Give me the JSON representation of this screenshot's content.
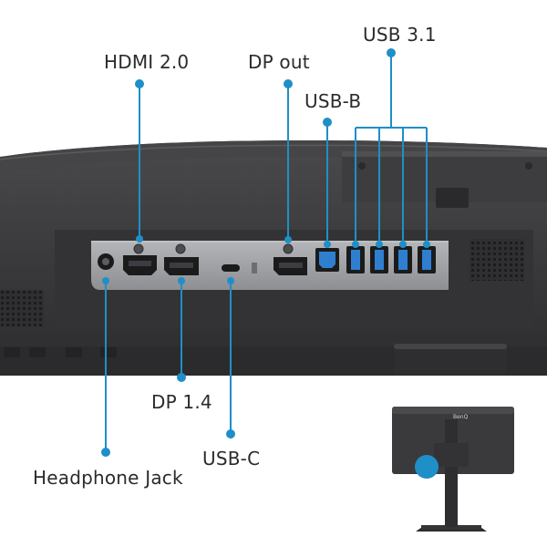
{
  "callouts": {
    "hdmi": "HDMI 2.0",
    "dp_out": "DP out",
    "usb_b": "USB-B",
    "usb_31": "USB 3.1",
    "dp_14": "DP 1.4",
    "usb_c": "USB-C",
    "headphone": "Headphone Jack"
  },
  "inset": {
    "brand": "BenQ"
  },
  "colors": {
    "callout_line": "#1f8fc8",
    "monitor_body": "#3a3a3c",
    "io_panel": "#9ea0a3"
  }
}
